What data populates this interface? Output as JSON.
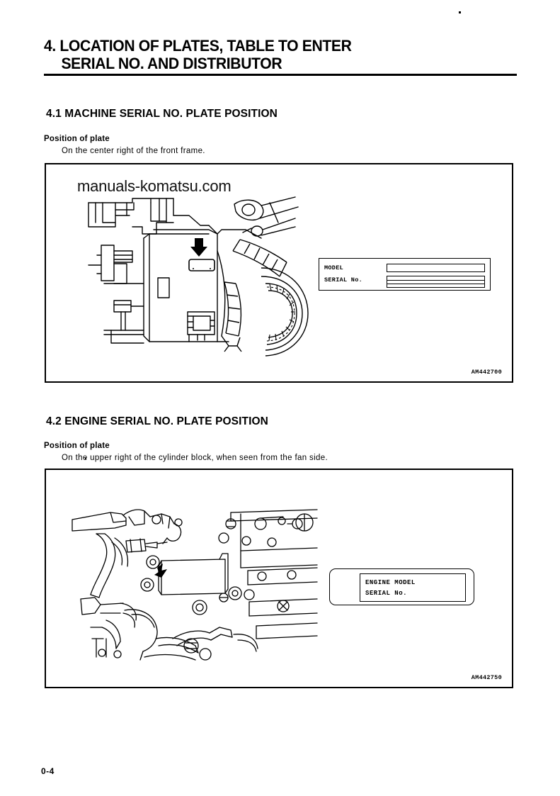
{
  "document": {
    "title_line_1": "4. LOCATION OF PLATES, TABLE TO ENTER",
    "title_line_2": "SERIAL NO. AND DISTRIBUTOR",
    "page_number": "0-4",
    "watermark": "manuals-komatsu.com"
  },
  "sections": [
    {
      "heading": "4.1  MACHINE SERIAL NO. PLATE POSITION",
      "position_label": "Position of plate",
      "position_text": "On the center right of the front frame.",
      "figure": {
        "code": "AM442700",
        "plate": {
          "row_1_label": "MODEL",
          "row_2_label": "SERIAL No.",
          "row_1_value": "",
          "row_2_value": "",
          "row_3_value": ""
        }
      }
    },
    {
      "heading": "4.2  ENGINE SERIAL NO. PLATE POSITION",
      "position_label": "Position of plate",
      "position_text": "On the upper right of the cylinder block, when seen from the fan side.",
      "figure": {
        "code": "AM442750",
        "plate": {
          "row_1_label": "ENGINE MODEL",
          "row_2_label": "SERIAL No.",
          "row_1_value": "",
          "row_2_value": ""
        }
      }
    }
  ],
  "colors": {
    "ink": "#000000",
    "paper": "#ffffff"
  }
}
